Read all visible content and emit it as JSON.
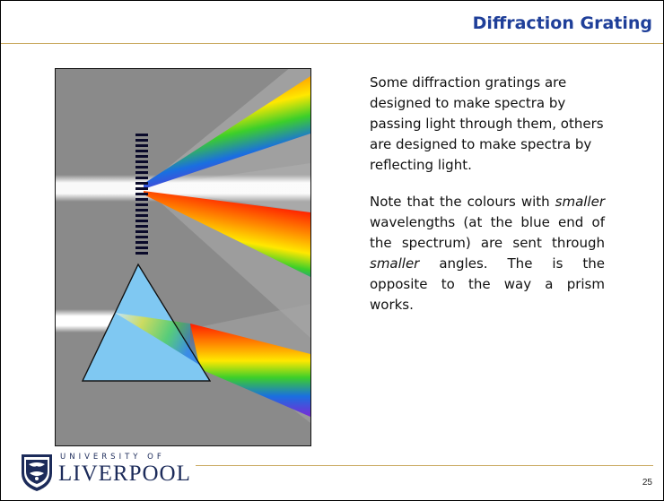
{
  "slide": {
    "title": "Diffraction Grating",
    "paragraph1": "Some diffraction gratings are designed to make spectra by passing light through them, others are designed to make spectra by reflecting light.",
    "paragraph2": {
      "t1": "Note that the colours with ",
      "em1": "smaller",
      "t2": " wavelengths (at the blue end of the spectrum) are sent through ",
      "em2": "smaller",
      "t3": " angles. The is the opposite to the way a prism works."
    },
    "page_number": "25"
  },
  "logo": {
    "line1": "UNIVERSITY OF",
    "line2": "LIVERPOOL"
  },
  "colors": {
    "title": "#1f3f99",
    "rule": "#c9a95e",
    "figure_bg": "#8a8a8a",
    "prism_fill": "#7fc8f2",
    "logo_navy": "#1c2b5a"
  }
}
